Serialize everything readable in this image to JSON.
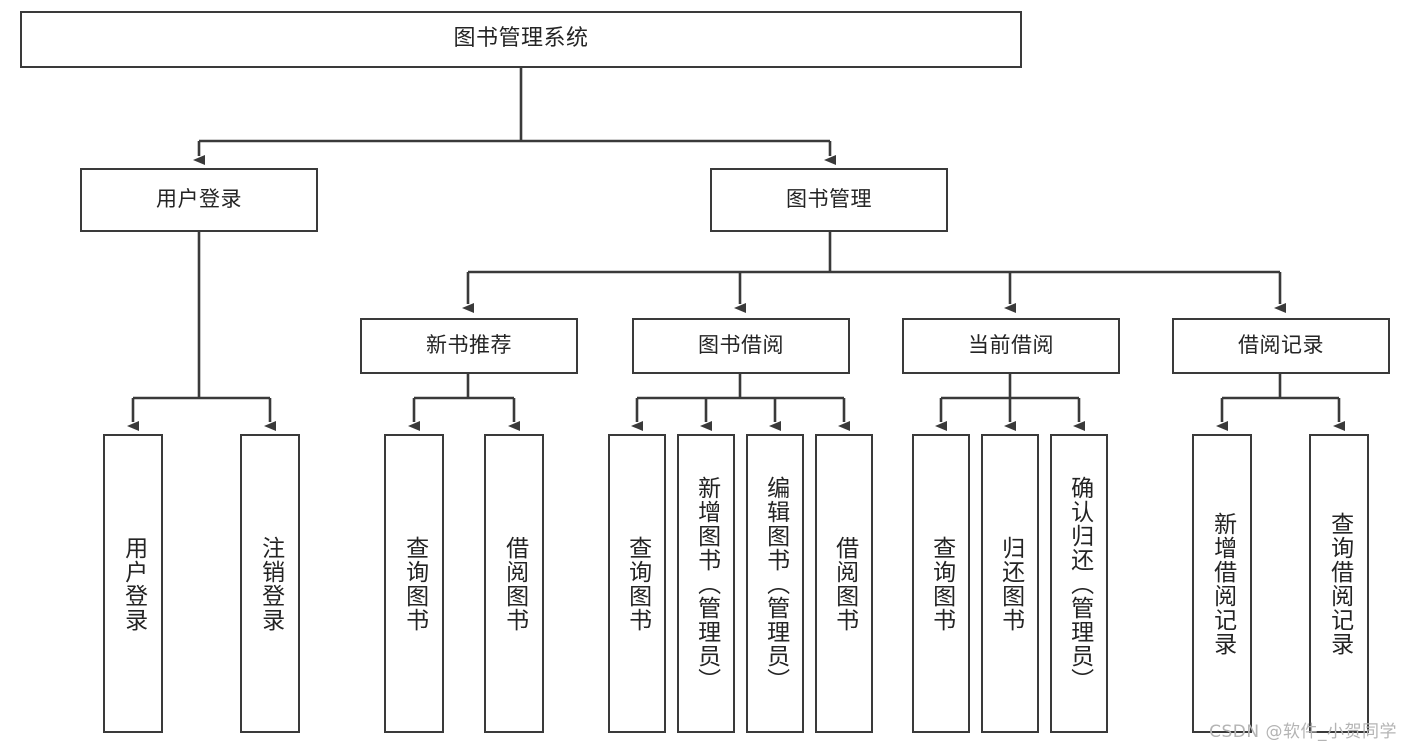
{
  "diagram": {
    "title": "图书管理系统",
    "type": "tree",
    "stroke_color": "#3a3a3a",
    "text_color": "#242424",
    "background": "#ffffff",
    "levels": [
      {
        "level": 1,
        "nodes": [
          {
            "id": "root",
            "label": "图书管理系统",
            "orientation": "horizontal"
          }
        ]
      },
      {
        "level": 2,
        "nodes": [
          {
            "id": "login",
            "label": "用户登录",
            "orientation": "horizontal",
            "parent": "root"
          },
          {
            "id": "bookmgmt",
            "label": "图书管理",
            "orientation": "horizontal",
            "parent": "root"
          }
        ]
      },
      {
        "level": 3,
        "nodes": [
          {
            "id": "newbook",
            "label": "新书推荐",
            "orientation": "horizontal",
            "parent": "bookmgmt"
          },
          {
            "id": "borrow",
            "label": "图书借阅",
            "orientation": "horizontal",
            "parent": "bookmgmt"
          },
          {
            "id": "current",
            "label": "当前借阅",
            "orientation": "horizontal",
            "parent": "bookmgmt"
          },
          {
            "id": "record",
            "label": "借阅记录",
            "orientation": "horizontal",
            "parent": "bookmgmt"
          }
        ]
      },
      {
        "level": 4,
        "nodes": [
          {
            "id": "leaf1",
            "label": "用户登录",
            "orientation": "vertical",
            "parent": "login"
          },
          {
            "id": "leaf2",
            "label": "注销登录",
            "orientation": "vertical",
            "parent": "login"
          },
          {
            "id": "leaf3",
            "label": "查询图书",
            "orientation": "vertical",
            "parent": "newbook"
          },
          {
            "id": "leaf4",
            "label": "借阅图书",
            "orientation": "vertical",
            "parent": "newbook"
          },
          {
            "id": "leaf5",
            "label": "查询图书",
            "orientation": "vertical",
            "parent": "borrow"
          },
          {
            "id": "leaf6",
            "label": "新增图书（管理员）",
            "orientation": "vertical",
            "parent": "borrow"
          },
          {
            "id": "leaf7",
            "label": "编辑图书（管理员）",
            "orientation": "vertical",
            "parent": "borrow"
          },
          {
            "id": "leaf8",
            "label": "借阅图书",
            "orientation": "vertical",
            "parent": "borrow"
          },
          {
            "id": "leaf9",
            "label": "查询图书",
            "orientation": "vertical",
            "parent": "current"
          },
          {
            "id": "leaf10",
            "label": "归还图书",
            "orientation": "vertical",
            "parent": "current"
          },
          {
            "id": "leaf11",
            "label": "确认归还（管理员）",
            "orientation": "vertical",
            "parent": "current"
          },
          {
            "id": "leaf12",
            "label": "新增借阅记录",
            "orientation": "vertical",
            "parent": "record"
          },
          {
            "id": "leaf13",
            "label": "查询借阅记录",
            "orientation": "vertical",
            "parent": "record"
          }
        ]
      }
    ]
  },
  "watermark": {
    "text": "CSDN @软件_小贺同学"
  }
}
